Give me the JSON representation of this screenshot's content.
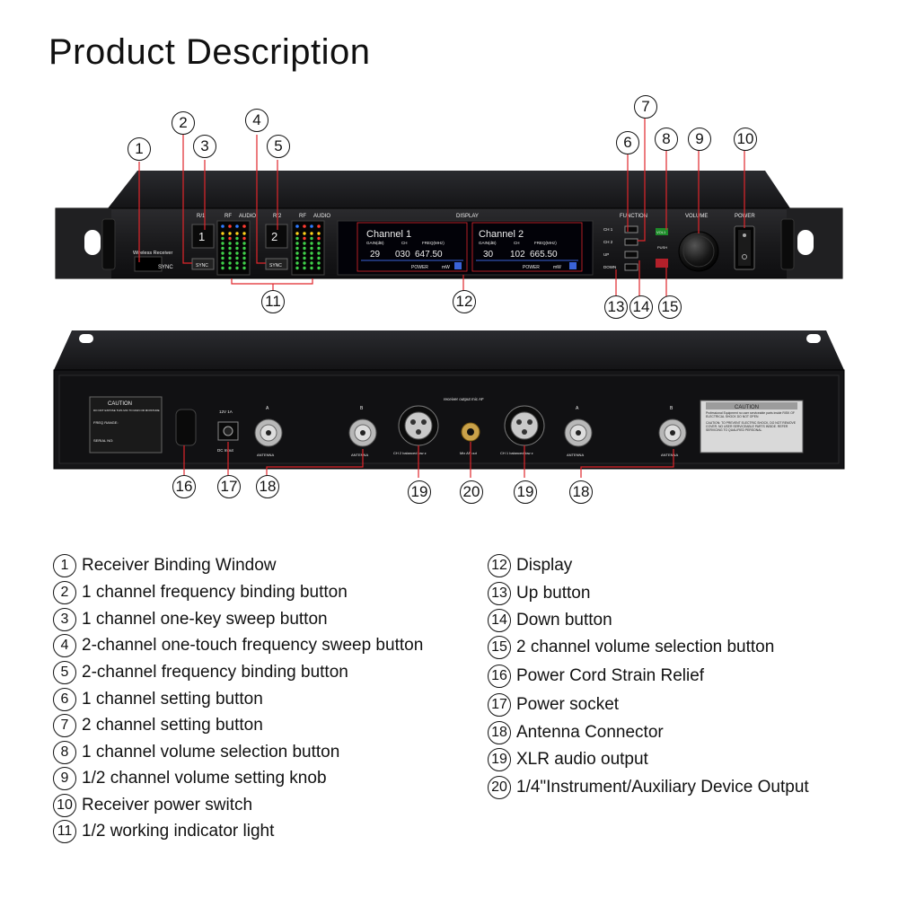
{
  "title": "Product Description",
  "front_panel": {
    "brand_text": "Wireless Receiver",
    "sync_label": "SYNC",
    "rx1_label": "R/1",
    "rx2_label": "R/2",
    "rf_label": "RF",
    "audio_label": "AUDIO",
    "ch1_digit": "1",
    "ch2_digit": "2",
    "sync_btn": "SYNC",
    "display_label": "DISPLAY",
    "function_label": "FUNCTION",
    "volume_label": "VOLUME",
    "power_label": "POWER",
    "display": {
      "ch1_title": "Channel 1",
      "ch2_title": "Channel 2",
      "gain_label": "GAIN(dB)",
      "ch_label": "CH",
      "freq_label": "FREQ(MHz)",
      "ch1_gain": "29",
      "ch1_ch": "030",
      "ch1_freq": "647.50",
      "ch2_gain": "30",
      "ch2_ch": "102",
      "ch2_freq": "665.50",
      "power_text": "POWER",
      "mw": "mW"
    },
    "func_buttons": [
      "CH 1",
      "CH 2",
      "UP",
      "DOWN"
    ],
    "push_label": "PUSH",
    "vol1_label": "VOL1"
  },
  "rear_panel": {
    "caution_small_title": "CAUTION",
    "caution_small_text": "DO NOT EXPOSE THIS MIC TO RAIN OR MOISTURE",
    "freq_range": "FREQ RANGE:",
    "serial_no": "SERIAL NO:",
    "dc_input": "DC Input",
    "dc_spec": "12V  1A",
    "antenna_a": "A",
    "antenna_b": "B",
    "antenna_label": "ANTENNA",
    "receiver_output": "receiver output mic AF",
    "ch2_out": "CH 2 balanced low z",
    "mix_out": "Mix AF out",
    "ch1_out": "CH 1 balanced low z",
    "caution_big_title": "CAUTION",
    "caution_big_line1": "Professional Equipment no user serviceable parts inside RISK OF ELECTRICAL SHOCK DO NOT OPEN",
    "caution_big_line2": "CAUTION: TO PREVENT ELECTRIC SHOCK, DO NOT REMOVE COVER. NO USER SERVICEABLE PARTS INSIDE. REFER SERVICING TO QUALIFIED PERSONAL"
  },
  "callouts_front": [
    "1",
    "2",
    "3",
    "4",
    "5",
    "6",
    "7",
    "8",
    "9",
    "10",
    "11",
    "12",
    "13",
    "14",
    "15"
  ],
  "callouts_rear": [
    "16",
    "17",
    "18",
    "19",
    "20",
    "19",
    "18"
  ],
  "legend_left": [
    {
      "num": "1",
      "text": "Receiver Binding Window"
    },
    {
      "num": "2",
      "text": "1 channel frequency binding button"
    },
    {
      "num": "3",
      "text": "1 channel one-key sweep button"
    },
    {
      "num": "4",
      "text": "2-channel one-touch frequency sweep button"
    },
    {
      "num": "5",
      "text": "2-channel frequency binding button"
    },
    {
      "num": "6",
      "text": "1 channel setting button"
    },
    {
      "num": "7",
      "text": "2 channel setting button"
    },
    {
      "num": "8",
      "text": "1 channel volume selection button"
    },
    {
      "num": "9",
      "text": "1/2 channel volume setting knob"
    },
    {
      "num": "10",
      "text": "Receiver power switch"
    },
    {
      "num": "11",
      "text": "1/2 working indicator light"
    }
  ],
  "legend_right": [
    {
      "num": "12",
      "text": "Display"
    },
    {
      "num": "13",
      "text": "Up button"
    },
    {
      "num": "14",
      "text": "Down button"
    },
    {
      "num": "15",
      "text": "2 channel volume selection button"
    },
    {
      "num": "16",
      "text": "Power Cord Strain Relief"
    },
    {
      "num": "17",
      "text": "Power socket"
    },
    {
      "num": "18",
      "text": "Antenna Connector"
    },
    {
      "num": "19",
      "text": "XLR audio output"
    },
    {
      "num": "20",
      "text": "1/4\"Instrument/Auxiliary Device Output"
    }
  ],
  "colors": {
    "chassis": "#1c1c1e",
    "panel": "#0d0d0f",
    "callout_line": "#e0262b",
    "display_blue": "#3a63d8",
    "led_green": "#3fd14a",
    "led_red": "#ff3b30",
    "led_yellow": "#ffd21a",
    "led_blue": "#2f7bff"
  }
}
